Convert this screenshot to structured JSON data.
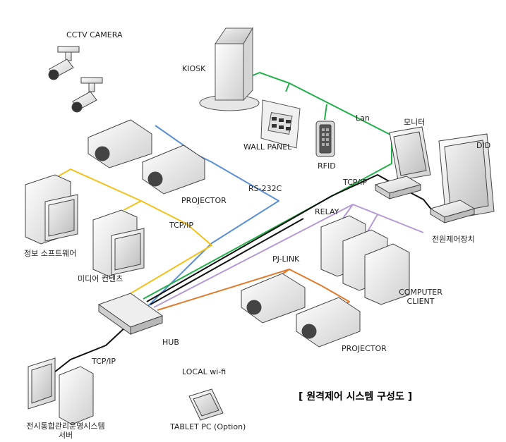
{
  "title": "[ 원격제어 시스템 구성도 ]",
  "labels": {
    "cctv": "CCTV CAMERA",
    "kiosk": "KIOSK",
    "wall_panel": "WALL PANEL",
    "rfid": "RFID",
    "lan": "Lan",
    "monitor": "모니터",
    "did": "DID",
    "rs232c": "RS-232C",
    "projector_top": "PROJECTOR",
    "tcpip_mid": "TCP/IP",
    "tcpip_top": "TCP/IP",
    "info_sw": "정보 소프트웨어",
    "media": "미디어 컨텐츠",
    "relay": "RELAY",
    "power": "전원제어장치",
    "pjlink": "PJ-LINK",
    "computer_client_1": "COMPUTER",
    "computer_client_2": "CLIENT",
    "hub": "HUB",
    "tcpip_bottom": "TCP/IP",
    "projector_bottom": "PROJECTOR",
    "local_wifi": "LOCAL wi-fi",
    "tablet": "TABLET PC (Option)",
    "server_1": "전시통합관리운영시스템",
    "server_2": "서버"
  },
  "colors": {
    "rs232c_line": "#5b8fd4",
    "tcpip_line": "#f2c21b",
    "lan_line": "#22b04b",
    "black_line": "#111111",
    "relay_line": "#b49ad6",
    "pjlink_line": "#e37a2b"
  }
}
